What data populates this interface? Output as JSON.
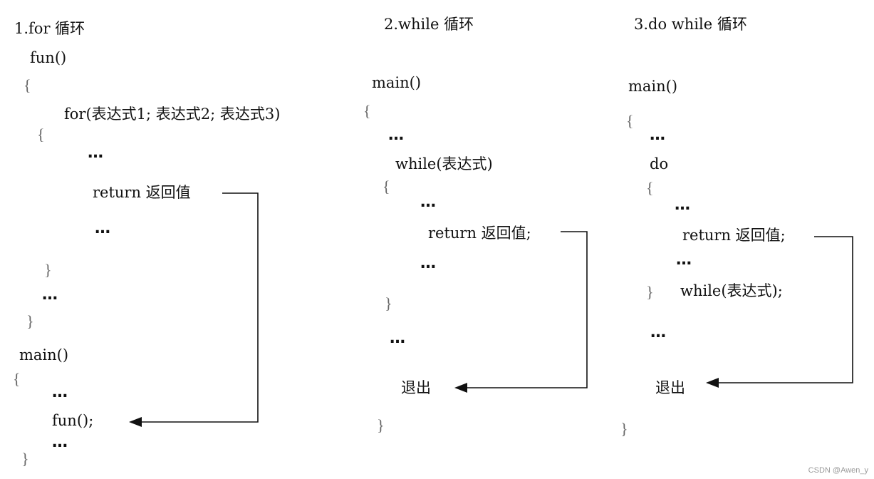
{
  "panel1": {
    "heading": "1.for 循环",
    "fun_sig": "fun()",
    "open_brace": "{",
    "for_stmt": "for(表达式1; 表达式2; 表达式3)",
    "inner_open": "{",
    "dots1": "…",
    "return_stmt": "return 返回值",
    "dots2": "…",
    "inner_close": "}",
    "dots3": "…",
    "close_brace": "}",
    "main_sig": "main()",
    "main_open": "{",
    "dots4": "…",
    "call": "fun();",
    "dots5": "…",
    "main_close": "}"
  },
  "panel2": {
    "heading": "2.while 循环",
    "main_sig": "main()",
    "open_brace": "{",
    "dots1": "…",
    "while_stmt": "while(表达式)",
    "inner_open": "{",
    "dots2": "…",
    "return_stmt": "return 返回值;",
    "dots3": "…",
    "inner_close": "}",
    "dots4": "…",
    "exit_label": "退出",
    "close_brace": "}"
  },
  "panel3": {
    "heading": "3.do while 循环",
    "main_sig": "main()",
    "open_brace": "{",
    "dots1": "…",
    "do_kw": "do",
    "inner_open": "{",
    "dots2": "…",
    "return_stmt": "return 返回值;",
    "dots3": "…",
    "inner_close": "}",
    "while_stmt": "while(表达式);",
    "dots4": "…",
    "exit_label": "退出",
    "close_brace": "}"
  },
  "watermark": "CSDN @Awen_y"
}
